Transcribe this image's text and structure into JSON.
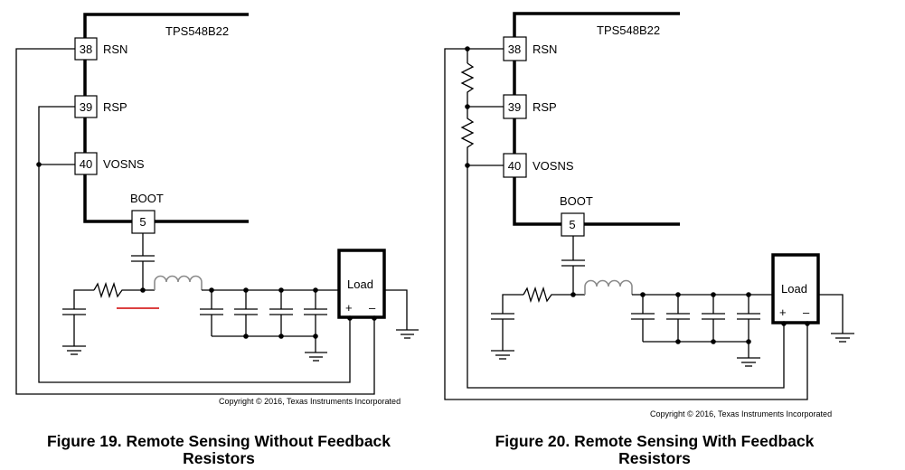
{
  "figures": [
    {
      "id": "fig19",
      "chip": "TPS548B22",
      "pins": [
        {
          "num": "38",
          "name": "RSN"
        },
        {
          "num": "39",
          "name": "RSP"
        },
        {
          "num": "40",
          "name": "VOSNS"
        }
      ],
      "boot": {
        "num": "5",
        "name": "BOOT"
      },
      "load": {
        "label": "Load",
        "plus": "+",
        "minus": "–"
      },
      "copyright": "Copyright © 2016, Texas Instruments Incorporated",
      "caption_line1": "Figure 19. Remote Sensing Without Feedback",
      "caption_line2": "Resistors",
      "has_feedback_resistors": false
    },
    {
      "id": "fig20",
      "chip": "TPS548B22",
      "pins": [
        {
          "num": "38",
          "name": "RSN"
        },
        {
          "num": "39",
          "name": "RSP"
        },
        {
          "num": "40",
          "name": "VOSNS"
        }
      ],
      "boot": {
        "num": "5",
        "name": "BOOT"
      },
      "load": {
        "label": "Load",
        "plus": "+",
        "minus": "–"
      },
      "copyright": "Copyright © 2016, Texas Instruments Incorporated",
      "caption_line1": "Figure 20. Remote Sensing With Feedback",
      "caption_line2": "Resistors",
      "has_feedback_resistors": true
    }
  ],
  "colors": {
    "wire": "#000000",
    "inductor": "#8a8a8a",
    "annotation": "#d00000"
  }
}
